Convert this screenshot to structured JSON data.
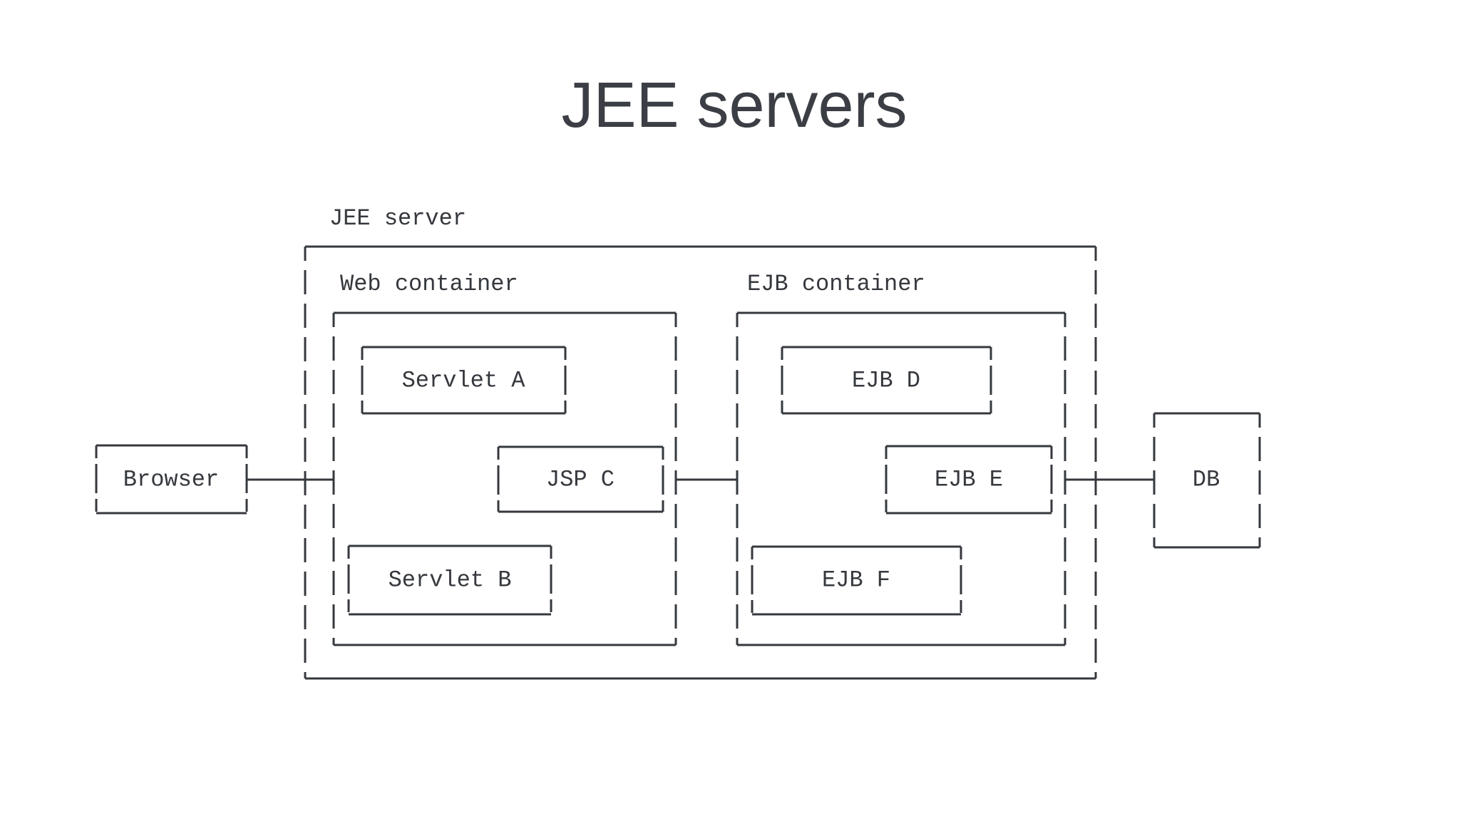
{
  "title": "JEE servers",
  "colors": {
    "ink": "#35383d",
    "title_ink": "#3b3e44",
    "background": "#ffffff"
  },
  "diagram": {
    "server_label": "JEE server",
    "web_container": {
      "label": "Web container",
      "nodes": {
        "servlet_a": {
          "label": "Servlet A"
        },
        "jsp_c": {
          "label": "JSP C"
        },
        "servlet_b": {
          "label": "Servlet B"
        }
      }
    },
    "ejb_container": {
      "label": "EJB container",
      "nodes": {
        "ejb_d": {
          "label": "EJB D"
        },
        "ejb_e": {
          "label": "EJB E"
        },
        "ejb_f": {
          "label": "EJB F"
        }
      }
    },
    "external": {
      "browser": {
        "label": "Browser"
      },
      "db": {
        "label": "DB"
      }
    },
    "connections": [
      {
        "from": "Browser",
        "to": "Web container"
      },
      {
        "from": "Web container",
        "to": "EJB container"
      },
      {
        "from": "EJB container",
        "to": "DB"
      }
    ]
  }
}
